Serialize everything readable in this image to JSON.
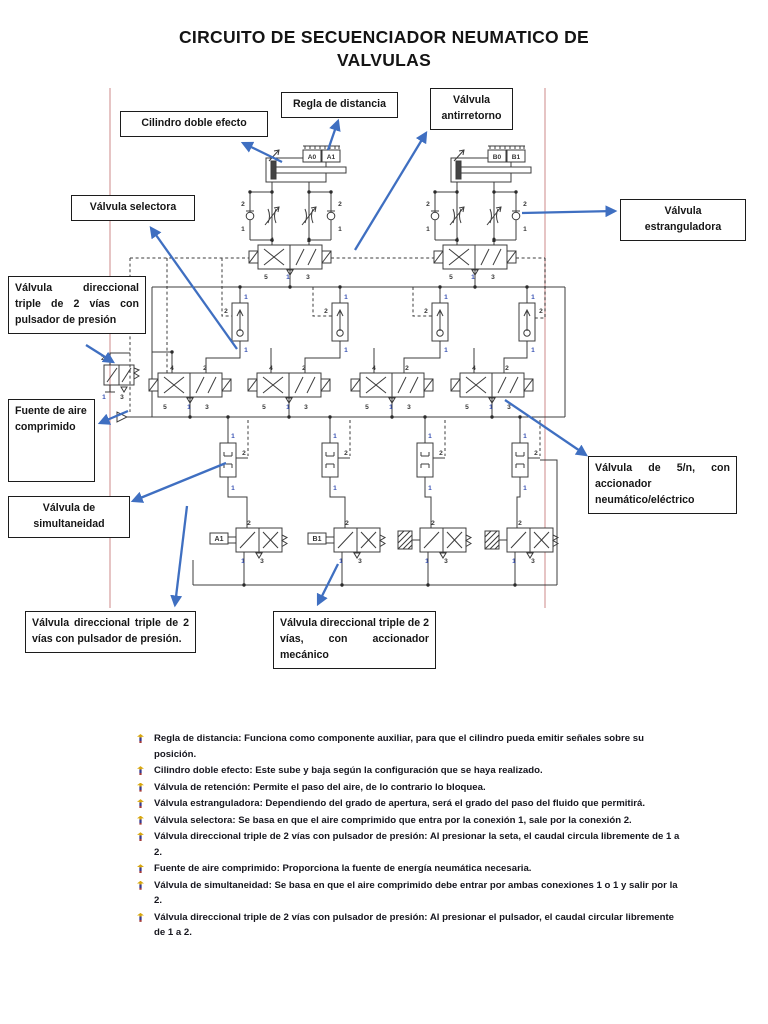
{
  "title": {
    "line1": "CIRCUITO DE SECUENCIADOR NEUMATICO DE",
    "line2": "VALVULAS"
  },
  "callouts": {
    "cilindro": "Cilindro doble efecto",
    "regla": "Regla de distancia",
    "antirretorno": "Válvula antirretorno",
    "selectora": "Válvula selectora",
    "estranguladora": "Válvula estranguladora",
    "direccional_pulsador": "Válvula direccional triple de 2 vías con pulsador de presión",
    "fuente": "Fuente de aire comprimido",
    "simultaneidad": "Válvula de simultaneidad",
    "valvula_5n": "Válvula de 5/n, con accionador neumático/eléctrico",
    "direccional_pulsador2": "Válvula direccional triple de 2 vías con pulsador de presión.",
    "direccional_mecanico": "Válvula direccional triple de 2 vías, con accionador mecánico"
  },
  "diagram": {
    "ruler_a0": "A0",
    "ruler_a1": "A1",
    "ruler_b0": "B0",
    "ruler_b1": "B1",
    "tag_a1": "A1",
    "tag_b1": "B1",
    "ports": {
      "p1": "1",
      "p2": "2",
      "p3": "3",
      "p4": "4",
      "p5": "5"
    }
  },
  "bullets": [
    "Regla de distancia: Funciona como componente auxiliar, para que el cilindro pueda emitir señales sobre su posición.",
    "Cilindro doble efecto: Este sube y baja según la configuración que se haya realizado.",
    "Válvula de retención: Permite el paso del aire, de lo contrario lo bloquea.",
    "Válvula estranguladora: Dependiendo del grado de apertura, será el grado del paso del fluido que permitirá.",
    "Válvula selectora: Se basa en que el aire comprimido que entra por la conexión 1, sale por la conexión 2.",
    "Válvula direccional triple de 2 vías con pulsador de presión: Al presionar la seta, el caudal circula libremente de 1 a 2.",
    "Fuente de aire comprimido: Proporciona la fuente de energía neumática necesaria.",
    "Válvula de simultaneidad: Se basa en que el aire comprimido debe entrar por ambas conexiones 1 o 1 y salir por la 2.",
    "Válvula direccional triple de 2 vías con pulsador de presión: Al presionar el pulsador, el caudal circular libremente de 1 a 2."
  ],
  "colors": {
    "arrow_blue": "#3f6fc1",
    "guide_pink": "#dcaaaa",
    "port_blue": "#3a53b4",
    "line_dark": "#3c3c3c"
  }
}
